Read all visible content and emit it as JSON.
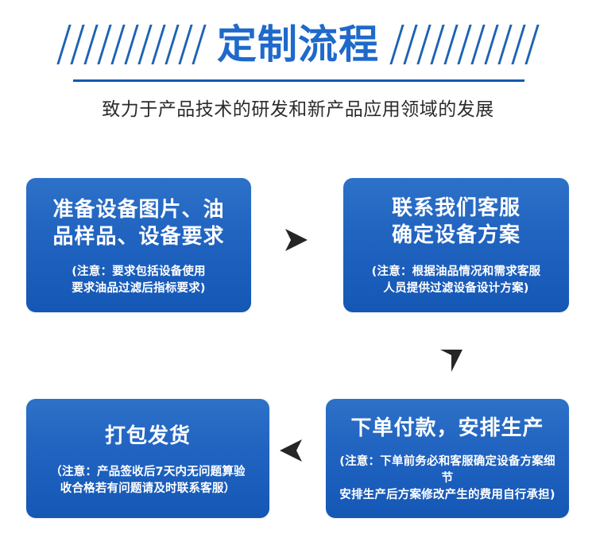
{
  "header": {
    "title": "定制流程",
    "subtitle": "致力于产品技术的研发和新产品应用领域的发展",
    "slash_count_left": 11,
    "slash_count_right": 11,
    "title_color": "#1f69cb",
    "divider_color": "#1459ab",
    "subtitle_color": "#2b2b2b"
  },
  "flow": {
    "box_gradient_from": "#2d71c8",
    "box_gradient_to": "#1457b5",
    "arrow_color": "#262626",
    "steps": [
      {
        "id": "step-1",
        "title": "准备设备图片、油\n品样品、设备要求",
        "note": "(注意：要求包括设备使用\n要求油品过滤后指标要求)"
      },
      {
        "id": "step-2",
        "title": "联系我们客服\n确定设备方案",
        "note": "(注意：根据油品情况和需求客服\n人员提供过滤设备设计方案)"
      },
      {
        "id": "step-3",
        "title": "下单付款，安排生产",
        "note": "(注意：下单前务必和客服确定设备方案细节\n安排生产后方案修改产生的费用自行承担)"
      },
      {
        "id": "step-4",
        "title": "打包发货",
        "note": "（注意：产品签收后7天内无问题算验\n收合格若有问题请及时联系客服）"
      }
    ],
    "arrows": [
      {
        "id": "arrow-right",
        "direction": "right",
        "from": "step-1",
        "to": "step-2"
      },
      {
        "id": "arrow-down",
        "direction": "down",
        "from": "step-2",
        "to": "step-3"
      },
      {
        "id": "arrow-left",
        "direction": "left",
        "from": "step-3",
        "to": "step-4"
      }
    ]
  }
}
